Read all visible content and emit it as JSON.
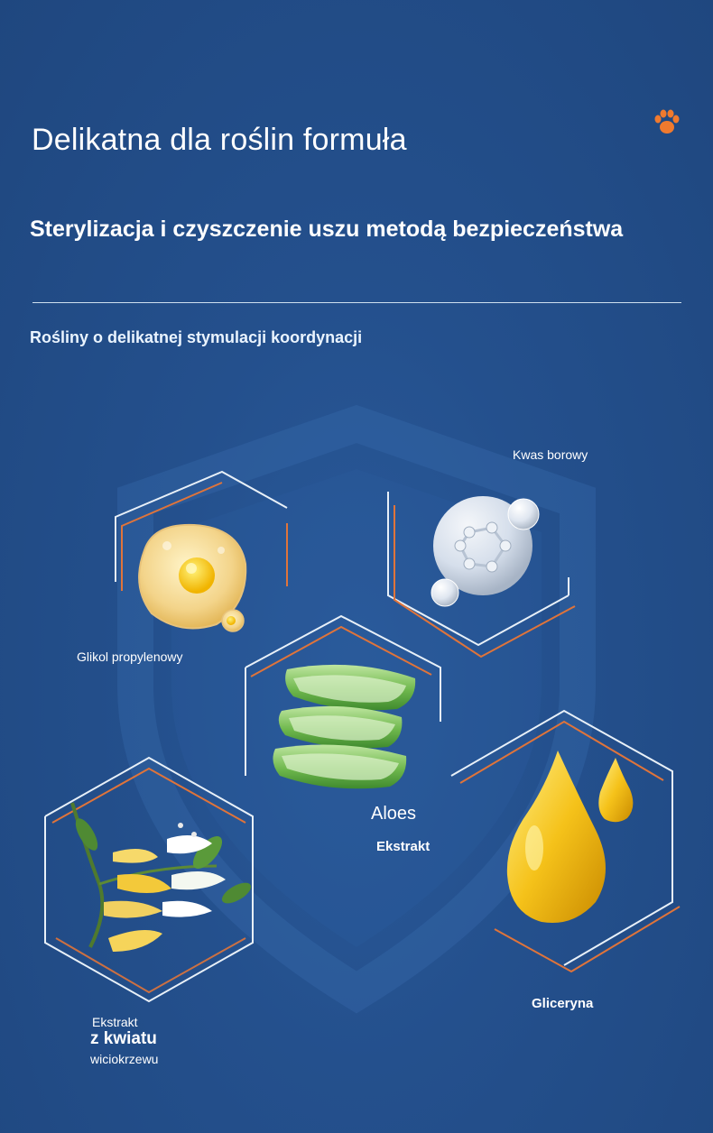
{
  "header": {
    "title": "Delikatna dla roślin formuła",
    "subtitle": "Sterylizacja i czyszczenie uszu metodą bezpieczeństwa",
    "section_label": "Rośliny o delikatnej stymulacji koordynacji",
    "logo_icon": "paw-icon"
  },
  "ingredients": {
    "propylene_glycol": {
      "label": "Glikol propylenowy",
      "icon": "oil-bubble-icon"
    },
    "boric_acid": {
      "label": "Kwas borowy",
      "icon": "molecule-icon"
    },
    "aloe": {
      "name": "Aloes",
      "label": "Ekstrakt",
      "icon": "aloe-icon"
    },
    "glycerin": {
      "label": "Gliceryna",
      "icon": "oil-drop-icon"
    },
    "honeysuckle": {
      "line1": "Ekstrakt",
      "line2": "z kwiatu",
      "line3": "wiciokrzewu",
      "icon": "honeysuckle-flower-icon"
    }
  },
  "colors": {
    "background": "#24508d",
    "accent_orange": "#e0743a",
    "frame_white": "#e8f0f8",
    "paw_orange": "#f07a2e"
  }
}
